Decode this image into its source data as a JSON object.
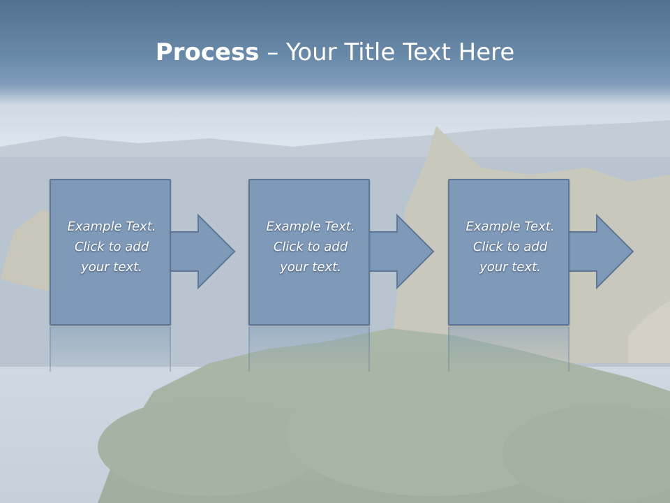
{
  "slide": {
    "title_bold": "Process",
    "title_rest": " – Your Title Text Here"
  },
  "steps": [
    {
      "text": "Example Text.\nClick  to add\nyour text."
    },
    {
      "text": "Example Text.\nClick  to add\nyour text."
    },
    {
      "text": "Example Text.\nClick  to add\nyour text."
    }
  ],
  "colors": {
    "title_band": "#52708f",
    "step_fill": "#7f9ab9",
    "step_border": "#5e7796",
    "text": "#ffffff"
  }
}
